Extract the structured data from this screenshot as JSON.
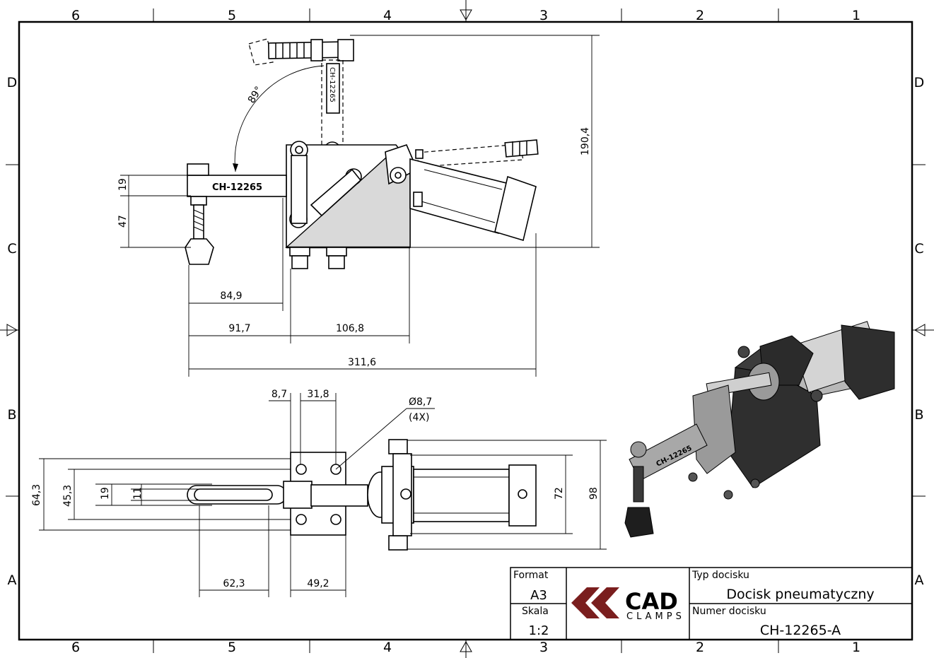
{
  "zones": {
    "columns": [
      "6",
      "5",
      "4",
      "3",
      "2",
      "1"
    ],
    "rows": [
      "D",
      "C",
      "B",
      "A"
    ]
  },
  "dimensions": {
    "height_total": "190,4",
    "height_arm": "19",
    "height_spindle": "47",
    "angle": "89°",
    "len_84_9": "84,9",
    "len_91_7": "91,7",
    "len_106_8": "106,8",
    "len_total": "311,6",
    "w_8_7": "8,7",
    "w_31_8": "31,8",
    "hole": "Ø8,7",
    "hole_count": "(4X)",
    "h_64_3": "64,3",
    "h_45_3": "45,3",
    "h_19": "19",
    "h_11": "11",
    "h_72": "72",
    "h_98": "98",
    "b_62_3": "62,3",
    "b_49_2": "49,2"
  },
  "part_label": "CH-12265",
  "rotated_label": "CH-12265",
  "title_block": {
    "format_label": "Format",
    "format_value": "A3",
    "scale_label": "Skala",
    "scale_value": "1:2",
    "type_label": "Typ docisku",
    "type_value": "Docisk pneumatyczny",
    "number_label": "Numer docisku",
    "number_value": "CH-12265-A",
    "logo_main": "CAD",
    "logo_sub": "CLAMPS",
    "logo_color": "#7a1e1e"
  }
}
